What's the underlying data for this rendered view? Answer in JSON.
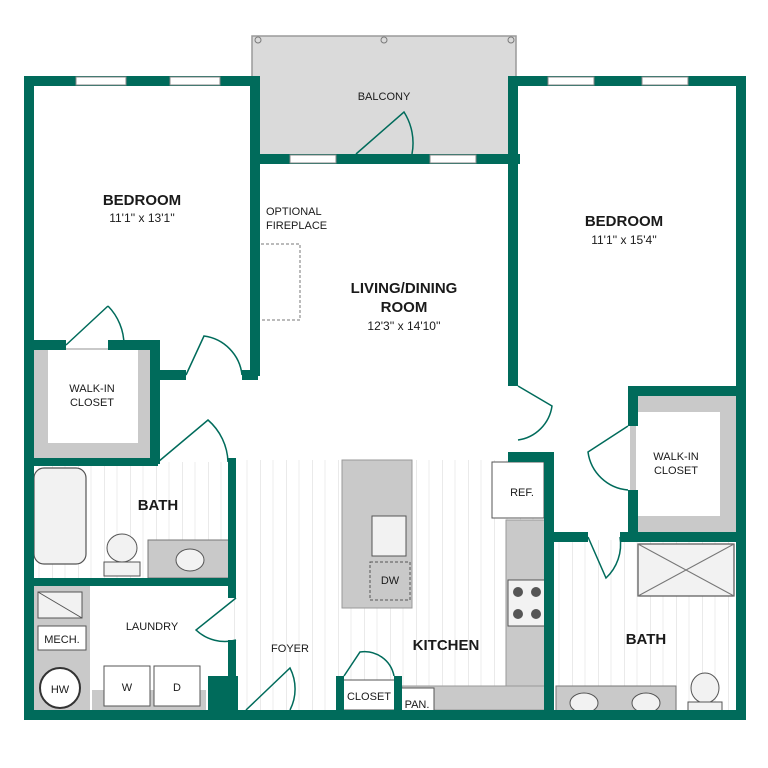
{
  "colors": {
    "wall": "#006b5b",
    "gray_fill": "#c9c9c9",
    "fixture": "#f2f2f2",
    "floor_line": "#e3e3e3",
    "balcony": "#dadada"
  },
  "rooms": {
    "bedroom_left": {
      "name": "BEDROOM",
      "dims": "11'1'' x 13'1''"
    },
    "bedroom_right": {
      "name": "BEDROOM",
      "dims": "11'1'' x 15'4''"
    },
    "living": {
      "name_line1": "LIVING/DINING",
      "name_line2": "ROOM",
      "dims": "12'3'' x 14'10''"
    },
    "balcony": "BALCONY",
    "fireplace_line1": "OPTIONAL",
    "fireplace_line2": "FIREPLACE",
    "walkin_left_line1": "WALK-IN",
    "walkin_left_line2": "CLOSET",
    "walkin_right_line1": "WALK-IN",
    "walkin_right_line2": "CLOSET",
    "bath_left": "BATH",
    "bath_right": "BATH",
    "laundry": "LAUNDRY",
    "mech": "MECH.",
    "hw": "HW",
    "washer": "W",
    "dryer": "D",
    "foyer": "FOYER",
    "kitchen": "KITCHEN",
    "closet": "CLOSET",
    "pantry": "PAN.",
    "fridge": "REF.",
    "dishwasher": "DW"
  }
}
